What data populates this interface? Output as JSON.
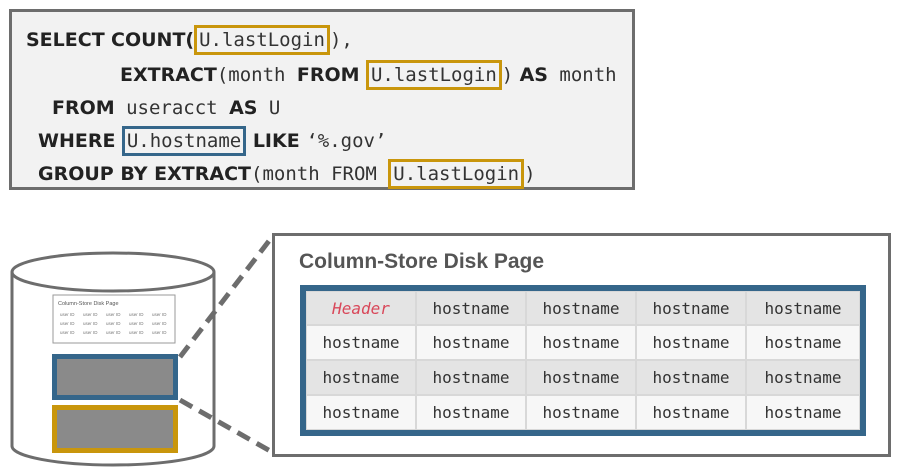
{
  "sql": {
    "line1": {
      "select": "SELECT",
      "count": "COUNT(",
      "field1": "U.lastLogin",
      "close": "),"
    },
    "line2": {
      "extract": "EXTRACT",
      "paren": "(month ",
      "from": "FROM",
      "field2": "U.lastLogin",
      "close": ")",
      "as": "AS",
      "alias": " month"
    },
    "line3": {
      "from": "FROM",
      "table": " useracct ",
      "as": "AS",
      "alias": " U"
    },
    "line4": {
      "where": "WHERE",
      "field3": "U.hostname",
      "like": " LIKE ",
      "pattern": "‘%.gov’"
    },
    "line5": {
      "group": "GROUP BY EXTRACT",
      "paren": "(month FROM ",
      "field4": "U.lastLogin",
      "close": ")"
    }
  },
  "disk": {
    "mini_page_title": "Column-Store Disk Page",
    "mini_cell": "user ID",
    "colors": {
      "blue": "#35668a",
      "gold": "#c9960c",
      "gray": "#6d6d6d"
    }
  },
  "page": {
    "title": "Column-Store Disk Page",
    "header_label": "Header",
    "cell_label": "hostname"
  }
}
